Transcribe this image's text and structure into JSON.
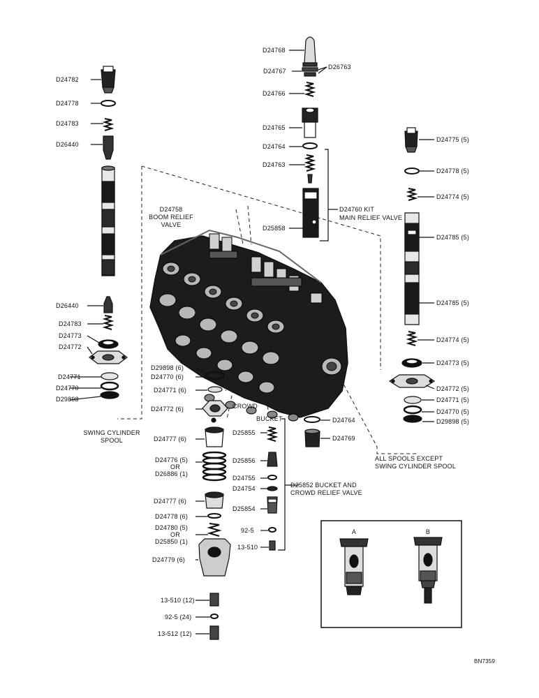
{
  "left_column": {
    "parts": [
      "D24782",
      "D24778",
      "D24783",
      "D26440",
      "D26440",
      "D24783",
      "D24773",
      "D24772",
      "D24771",
      "D24770",
      "D29898"
    ],
    "caption_line1": "SWING CYLINDER",
    "caption_line2": "SPOOL"
  },
  "top_center": {
    "parts": [
      "D24768",
      "D24767",
      "D26763",
      "D24766",
      "D24765",
      "D24764",
      "D24763",
      "D25858"
    ],
    "kit_line1": "D24760 KIT",
    "kit_line2": "MAIN RELIEF VALVE"
  },
  "boom_relief": {
    "line1": "D24758",
    "line2": "BOOM RELIEF",
    "line3": "VALVE"
  },
  "right_column": {
    "parts": [
      "D24775 (5)",
      "D24778 (5)",
      "D24774 (5)",
      "D24785 (5)",
      "D24785 (5)",
      "D24774 (5)",
      "D24773 (5)",
      "D24772 (5)",
      "D24771 (5)",
      "D24770 (5)",
      "D29898 (5)"
    ],
    "caption_line1": "ALL SPOOLS EXCEPT",
    "caption_line2": "SWING CYLINDER SPOOL"
  },
  "center_column": {
    "parts": [
      "D29898 (6)",
      "D24770 (6)",
      "D24771 (6)",
      "D24772 (6)",
      "D24777 (6)",
      "D24776 (5)",
      "OR",
      "D26886 (1)",
      "D24777 (6)",
      "D24778 (6)",
      "D24780 (5)",
      "OR",
      "D25850 (1)",
      "D24779 (6)",
      "13-510 (12)",
      "92-5 (24)",
      "13-512 (12)"
    ]
  },
  "relief_valve": {
    "parts": [
      "D25855",
      "D25856",
      "D24755",
      "D24754",
      "D25854",
      "92-5",
      "13-510"
    ],
    "line1": "D25852 BUCKET AND",
    "line2": "CROWD RELIEF VALVE"
  },
  "body_labels": {
    "crowd": "CROWD",
    "bucket": "BUCKET",
    "p1": "D24764",
    "p2": "D24769"
  },
  "inset": {
    "label_a": "A",
    "label_b": "B"
  },
  "drawing_number": "BN7359"
}
